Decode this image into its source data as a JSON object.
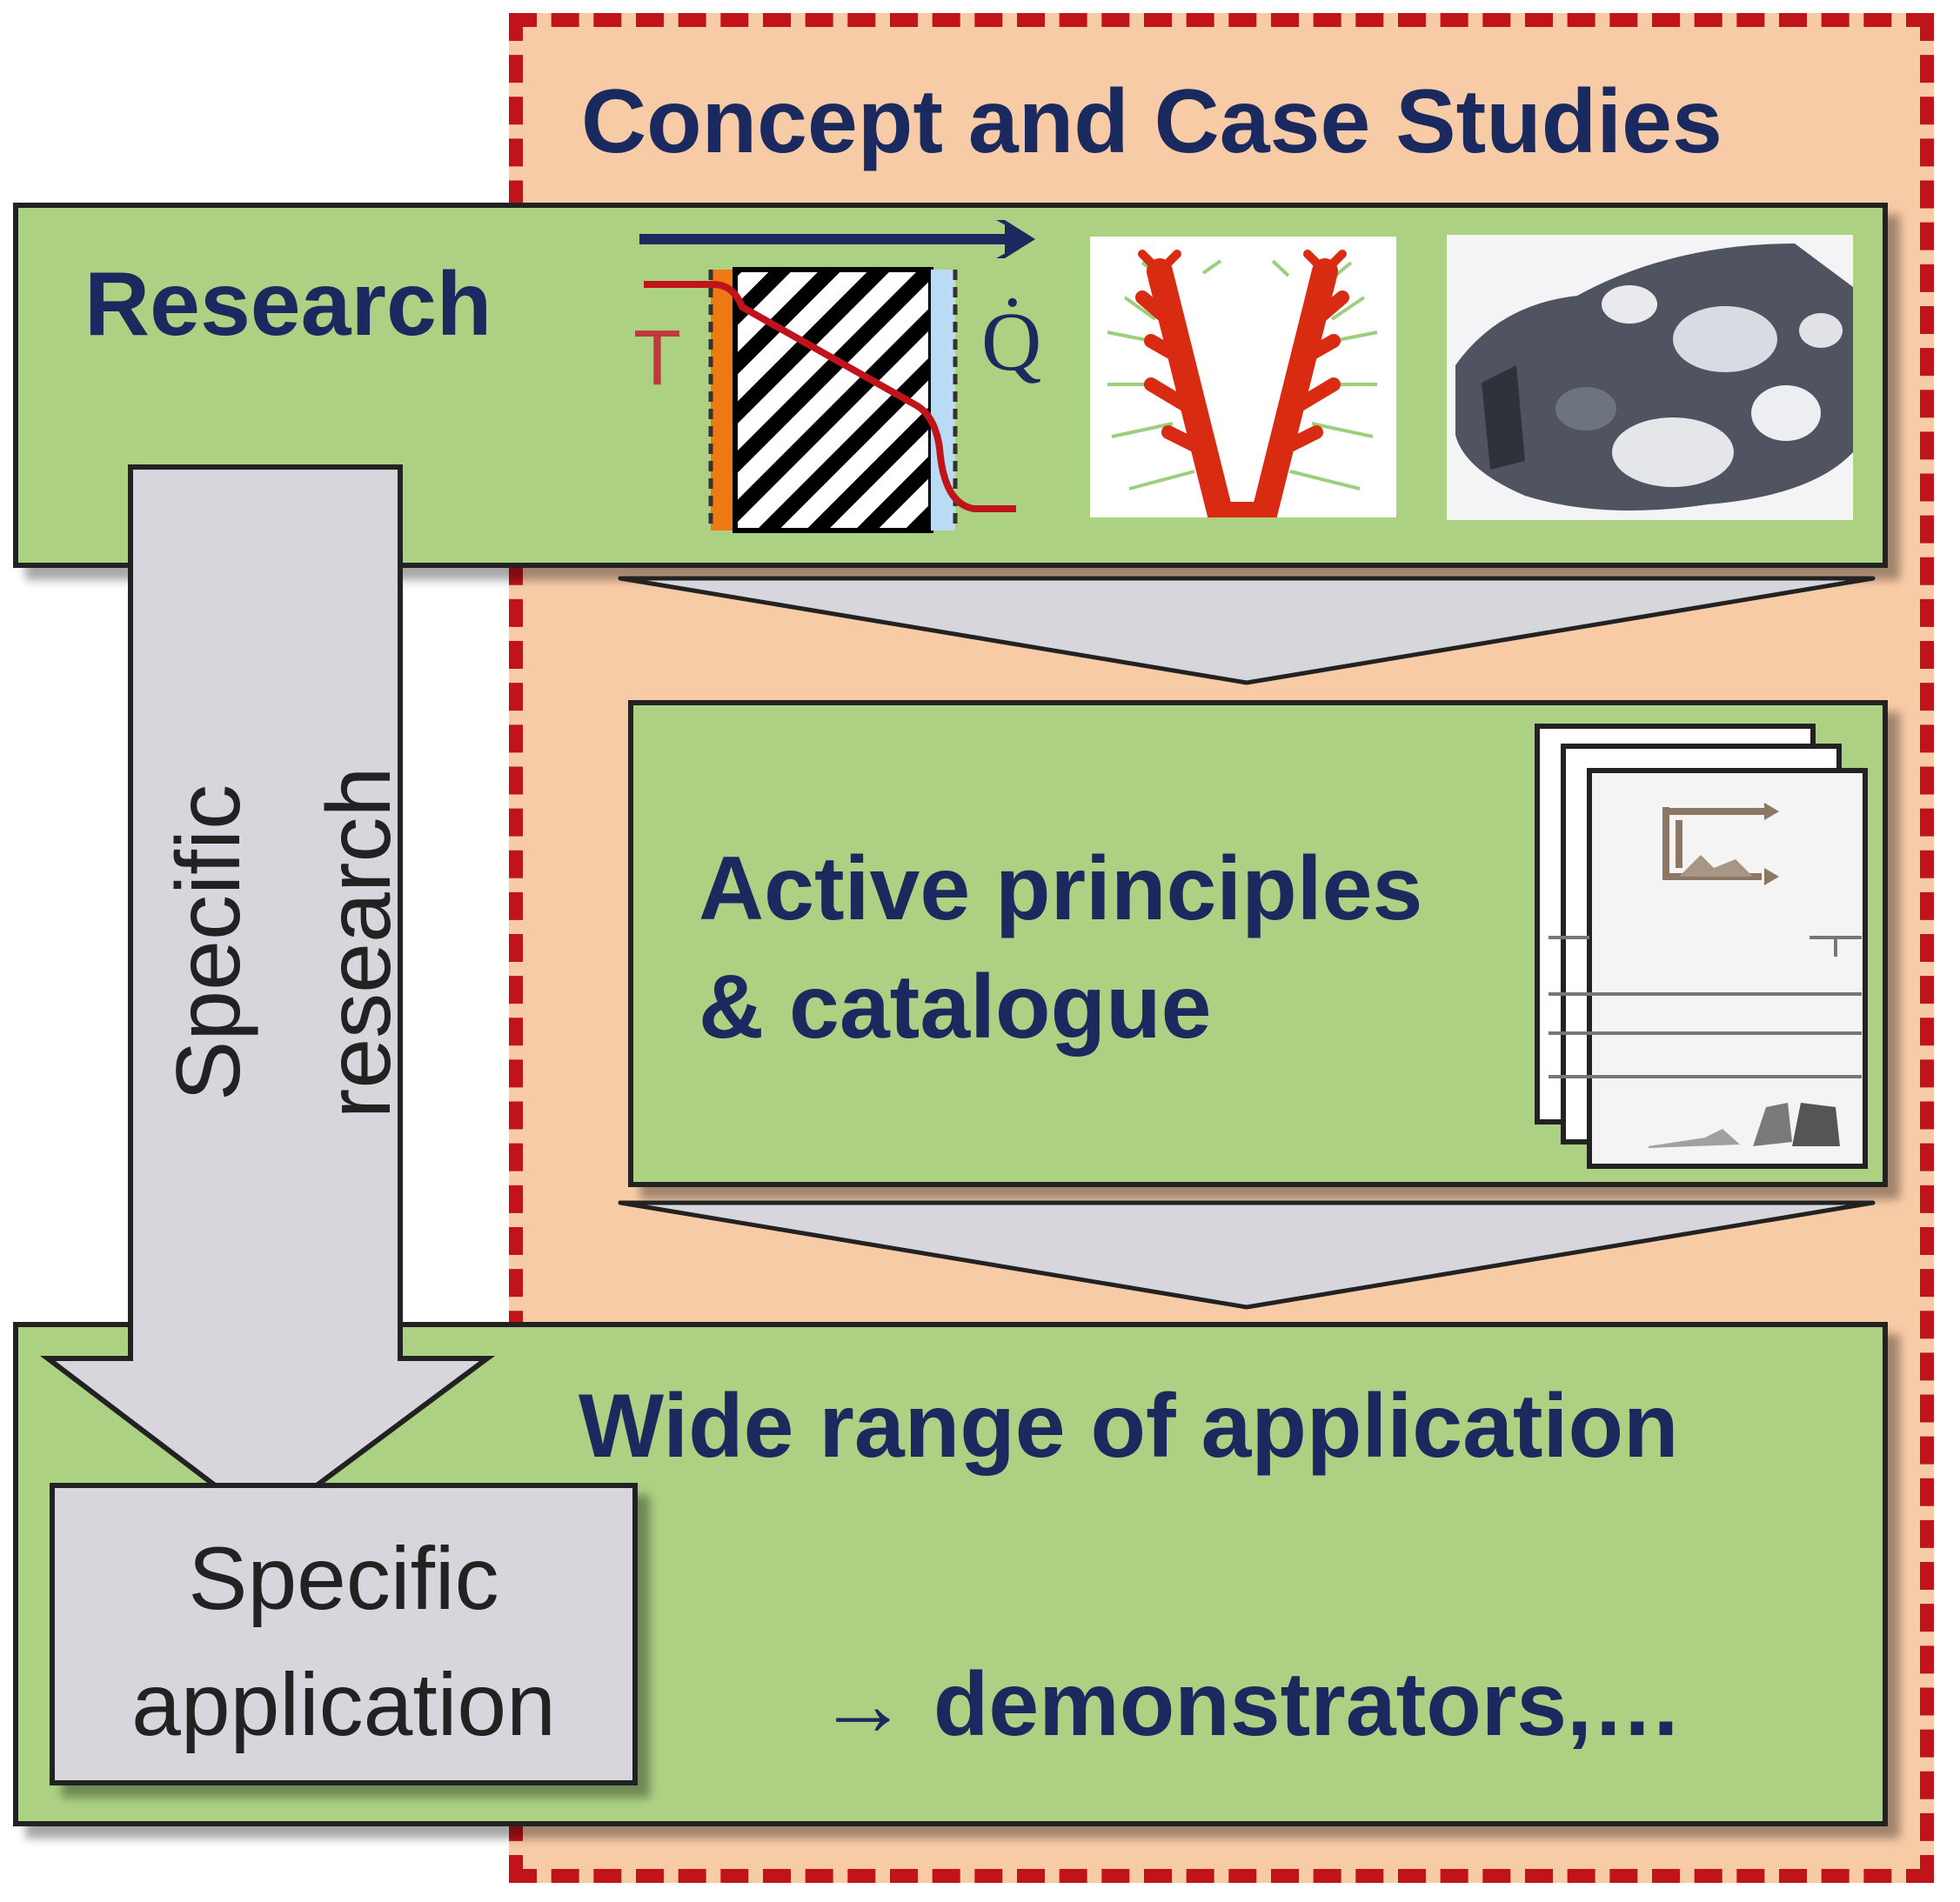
{
  "concept": {
    "title": "Concept and Case Studies"
  },
  "research": {
    "title": "Research",
    "temperature_label": "T",
    "heat_label": "Q̇"
  },
  "catalogue": {
    "line1": "Active principles",
    "line2": "& catalogue"
  },
  "application": {
    "title": "Wide range of application",
    "demonstrators": "→ demonstrators,…"
  },
  "specific_research": {
    "line1": "Specific",
    "line2": "research"
  },
  "specific_application": {
    "line1": "Specific",
    "line2": "application"
  },
  "colors": {
    "panel_fill": "#f8cba7",
    "panel_border": "#c0141a",
    "box_green": "#acd183",
    "arrow_gray": "#d6d6dc",
    "title_blue": "#1a2a5e",
    "curve_red": "#c0141a"
  }
}
